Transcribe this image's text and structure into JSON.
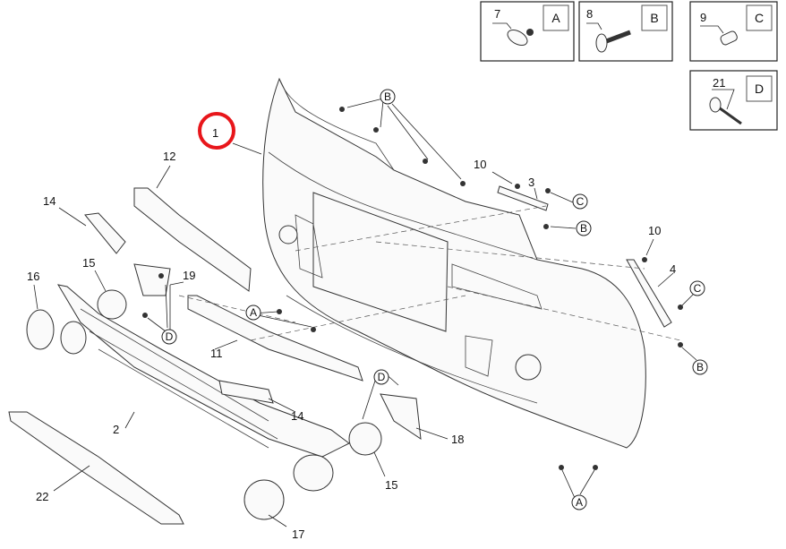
{
  "legend_boxes": [
    {
      "part": "7",
      "letter": "A"
    },
    {
      "part": "8",
      "letter": "B"
    },
    {
      "part": "9",
      "letter": "C"
    },
    {
      "part": "21",
      "letter": "D"
    }
  ],
  "highlighted_part": "1",
  "highlight_color": "#e8161b",
  "part_labels": {
    "p1": "1",
    "p2": "2",
    "p3": "3",
    "p4": "4",
    "p10a": "10",
    "p10b": "10",
    "p11": "11",
    "p12": "12",
    "p14a": "14",
    "p14b": "14",
    "p15a": "15",
    "p15b": "15",
    "p16": "16",
    "p17": "17",
    "p18": "18",
    "p19": "19",
    "p22": "22"
  },
  "callouts": {
    "a1": "A",
    "a2": "A",
    "b1": "B",
    "b2": "B",
    "b3": "B",
    "c1": "C",
    "c2": "C",
    "d1": "D",
    "d2": "D"
  }
}
